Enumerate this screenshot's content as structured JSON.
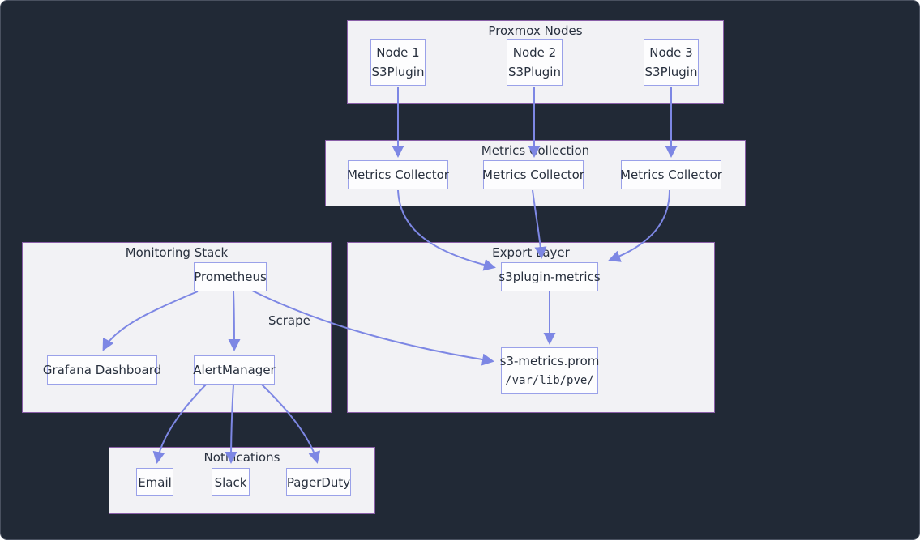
{
  "diagram": {
    "clusters": {
      "proxmox_nodes": {
        "title": "Proxmox Nodes"
      },
      "metrics_collection": {
        "title": "Metrics Collection"
      },
      "monitoring_stack": {
        "title": "Monitoring Stack"
      },
      "export_layer": {
        "title": "Export Layer"
      },
      "notifications": {
        "title": "Notifications"
      }
    },
    "nodes": {
      "node1": {
        "line1": "Node 1",
        "line2": "S3Plugin"
      },
      "node2": {
        "line1": "Node 2",
        "line2": "S3Plugin"
      },
      "node3": {
        "line1": "Node 3",
        "line2": "S3Plugin"
      },
      "collector1": {
        "label": "Metrics Collector"
      },
      "collector2": {
        "label": "Metrics Collector"
      },
      "collector3": {
        "label": "Metrics Collector"
      },
      "prometheus": {
        "label": "Prometheus"
      },
      "grafana": {
        "label": "Grafana Dashboard"
      },
      "alertmanager": {
        "label": "AlertManager"
      },
      "s3plugin_metrics": {
        "label": "s3plugin-metrics"
      },
      "s3_metrics_file": {
        "line1": "s3-metrics.prom",
        "line2": "/var/lib/pve/"
      },
      "email": {
        "label": "Email"
      },
      "slack": {
        "label": "Slack"
      },
      "pagerduty": {
        "label": "PagerDuty"
      }
    },
    "edge_labels": {
      "scrape": "Scrape"
    },
    "edges": [
      {
        "from": "node1",
        "to": "collector1"
      },
      {
        "from": "node2",
        "to": "collector2"
      },
      {
        "from": "node3",
        "to": "collector3"
      },
      {
        "from": "collector1",
        "to": "s3plugin_metrics"
      },
      {
        "from": "collector2",
        "to": "s3plugin_metrics"
      },
      {
        "from": "collector3",
        "to": "s3plugin_metrics"
      },
      {
        "from": "s3plugin_metrics",
        "to": "s3_metrics_file"
      },
      {
        "from": "prometheus",
        "to": "grafana"
      },
      {
        "from": "prometheus",
        "to": "alertmanager"
      },
      {
        "from": "prometheus",
        "to": "s3_metrics_file",
        "label": "Scrape"
      },
      {
        "from": "alertmanager",
        "to": "email"
      },
      {
        "from": "alertmanager",
        "to": "slack"
      },
      {
        "from": "alertmanager",
        "to": "pagerduty"
      }
    ],
    "colors": {
      "background": "#212936",
      "cluster_fill": "#f2f2f5",
      "cluster_border": "#8a5fa8",
      "node_fill": "#fdfdfe",
      "node_border": "#9aa1e9",
      "edge": "#7d87e4",
      "text": "#28303e"
    }
  }
}
